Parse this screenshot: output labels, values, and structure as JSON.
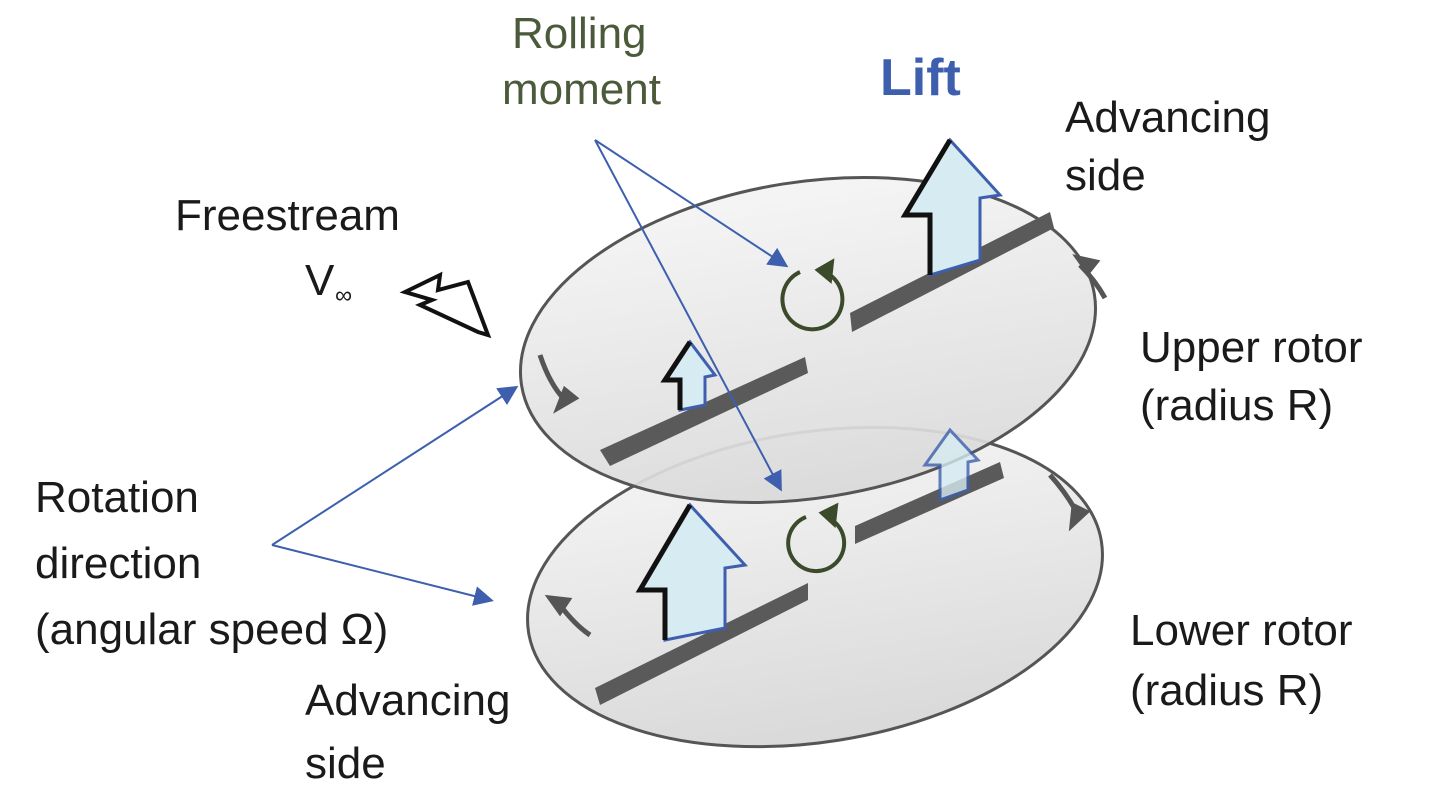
{
  "labels": {
    "rolling_moment_1": "Rolling",
    "rolling_moment_2": "moment",
    "lift": "Lift",
    "advancing_top_1": "Advancing",
    "advancing_top_2": "side",
    "freestream_1": "Freestream",
    "freestream_2": "V",
    "freestream_sub": "∞",
    "upper_rotor_1": "Upper rotor",
    "upper_rotor_2": "(radius R)",
    "rotation_1": "Rotation",
    "rotation_2": "direction",
    "rotation_3": "(angular speed Ω)",
    "lower_rotor_1": "Lower rotor",
    "lower_rotor_2": "(radius R)",
    "advancing_bottom_1": "Advancing",
    "advancing_bottom_2": "side"
  },
  "colors": {
    "annotation_blue": "#3d5fae",
    "arrow_fill": "#d6ecf2",
    "rotor_fill": "#e6e6e6",
    "blade": "#5a5a5a",
    "moment_green": "#4a5a3a"
  }
}
